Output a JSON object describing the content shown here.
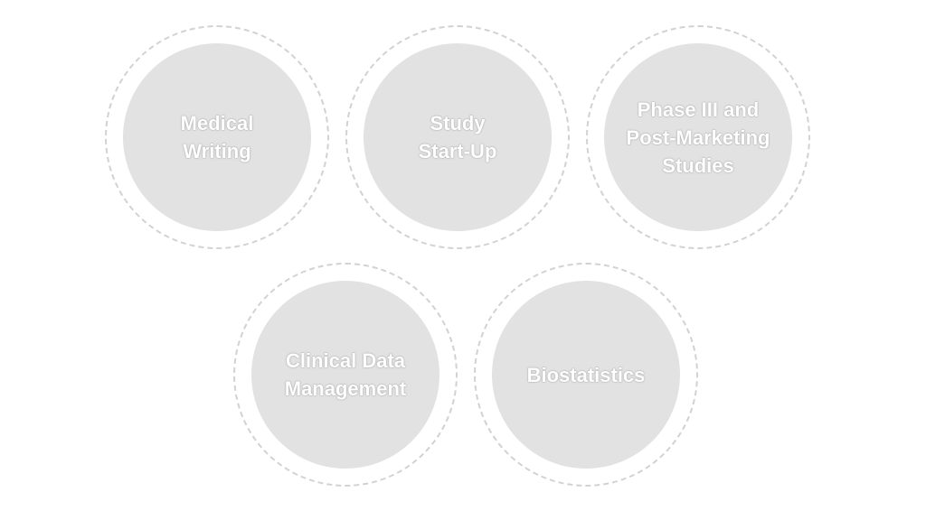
{
  "services": [
    {
      "label": "Medical Writing"
    },
    {
      "label": "Study Start-Up"
    },
    {
      "label": "Phase III and Post-Marketing Studies"
    },
    {
      "label": "Clinical Data Management"
    },
    {
      "label": "Biostatistics"
    }
  ]
}
